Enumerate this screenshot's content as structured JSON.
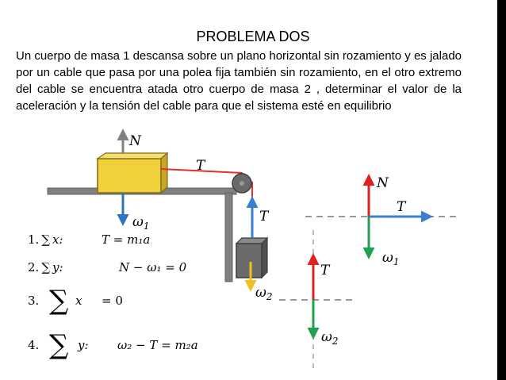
{
  "title": "PROBLEMA DOS",
  "statement": "Un cuerpo de masa  1 descansa sobre un plano horizontal sin rozamiento y es jalado por un cable que pasa por una polea fija también sin rozamiento, en el otro extremo del cable se encuentra atada otro cuerpo de masa 2 , determinar el valor de la aceleración  y la tensión del cable para que el sistema esté en equilibrio",
  "colors": {
    "block1": "#f0d13c",
    "block2": "#6b6b6b",
    "surface": "#808080",
    "normal_arrow": "#e03030",
    "weight_arrow": "#2f74c2",
    "tension_arrow": "#3a7fd0",
    "weight2_arrow": "#f0c020",
    "fbd_normal": "#e02020",
    "fbd_weight": "#20a050",
    "fbd_tension": "#3a7fd0",
    "cable": "#e03030"
  },
  "labels": {
    "N": "N",
    "T": "T",
    "omega": "ω",
    "sub1": "1",
    "sub2": "2"
  },
  "equations": [
    {
      "num": "1.",
      "sum": "∑",
      "var": "x:",
      "rhs": "T = m₁a"
    },
    {
      "num": "2.",
      "sum": "∑",
      "var": "y:",
      "rhs": "N − ω₁ = 0"
    },
    {
      "num": "3.",
      "sum": "∑",
      "var": "x",
      "rhs": "= 0"
    },
    {
      "num": "4.",
      "sum": "∑",
      "var": "y:",
      "rhs": "ω₂ − T = m₂a"
    }
  ]
}
